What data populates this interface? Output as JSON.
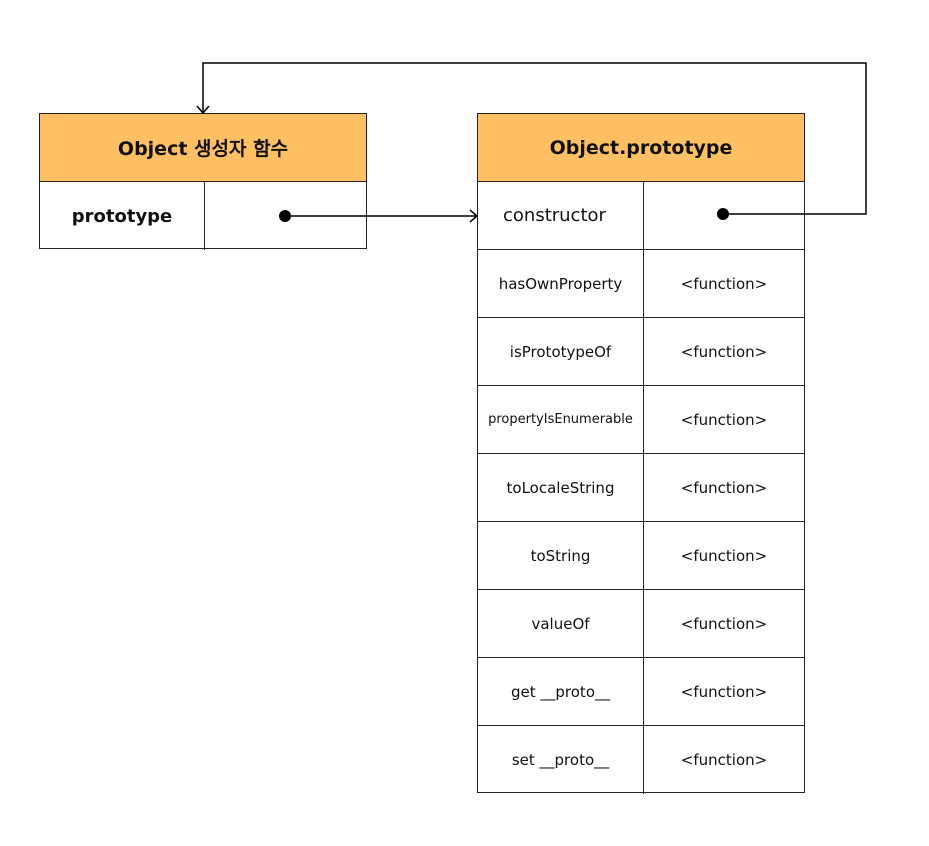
{
  "constructor_box": {
    "title": "Object 생성자 함수",
    "row_key": "prototype",
    "row_value": ""
  },
  "prototype_box": {
    "title": "Object.prototype",
    "rows": [
      {
        "key": "constructor",
        "value": ""
      },
      {
        "key": "hasOwnProperty",
        "value": "<function>"
      },
      {
        "key": "isPrototypeOf",
        "value": "<function>"
      },
      {
        "key": "propertyIsEnumerable",
        "value": "<function>"
      },
      {
        "key": "toLocaleString",
        "value": "<function>"
      },
      {
        "key": "toString",
        "value": "<function>"
      },
      {
        "key": "valueOf",
        "value": "<function>"
      },
      {
        "key": "get __proto__",
        "value": "<function>"
      },
      {
        "key": "set __proto__",
        "value": "<function>"
      }
    ]
  },
  "colors": {
    "header": "#FFC063",
    "border": "#222222",
    "arrow": "#000000"
  }
}
